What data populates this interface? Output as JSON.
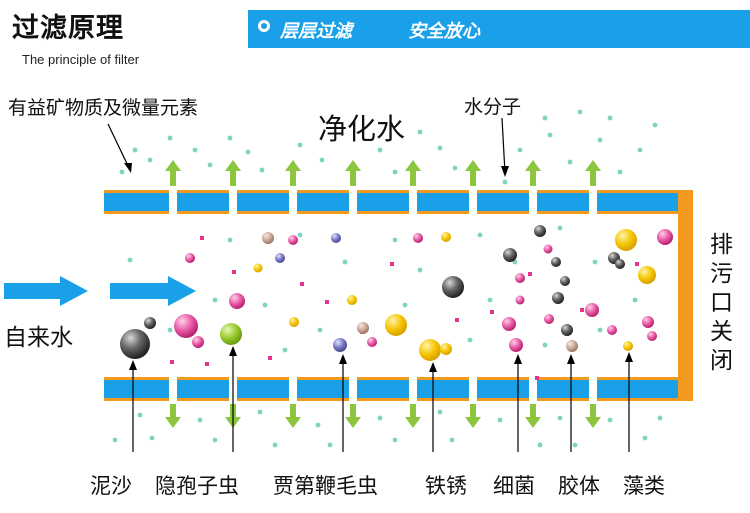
{
  "header": {
    "title": "过滤原理",
    "subtitle": "The principle of filter",
    "banner": {
      "text1": "层层过滤",
      "text2": "安全放心"
    }
  },
  "labels": {
    "minerals": "有益矿物质及微量元素",
    "pure_water": "净化水",
    "water_molecule": "水分子",
    "tap_water": "自来水",
    "drain": [
      "排",
      "污",
      "口",
      "关",
      "闭"
    ]
  },
  "contaminants": [
    "泥沙",
    "隐孢子虫",
    "贾第鞭毛虫",
    "铁锈",
    "细菌",
    "胶体",
    "藻类"
  ],
  "colors": {
    "membrane_blue": "#1aa0e8",
    "frame_orange": "#f39a1e",
    "arrow_green": "#8cc63f",
    "banner_blue": "#1aa0e8",
    "molecule_teal": "#7fd3c3",
    "particle_pink": "#e3338a",
    "particle_yellow": "#f5c400",
    "particle_gray": "#555555",
    "particle_purple": "#6e6fb8"
  }
}
